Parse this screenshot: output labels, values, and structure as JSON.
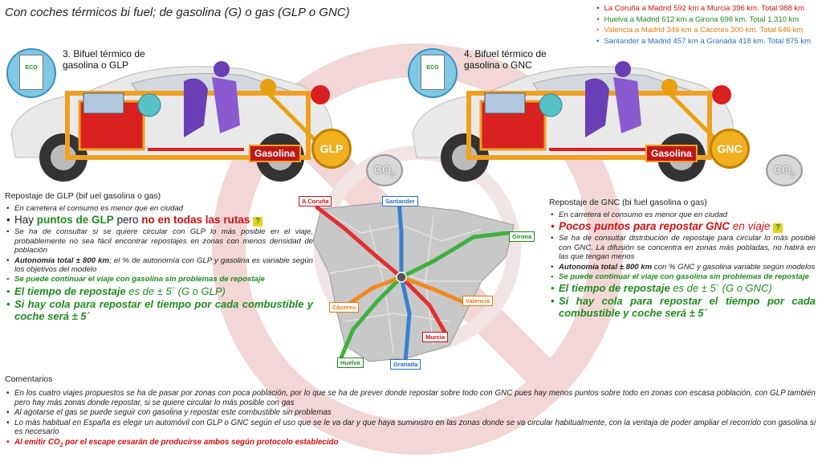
{
  "title": "Con coches térmicos bi fuel; de gasolina (G) o gas (GLP o GNC)",
  "routes": [
    {
      "text": "La Coruña  a Madrid  592 km a Murcia 396 km. Total  988 km",
      "color": "#d01010"
    },
    {
      "text": "Huelva  a Madrid 612 km a Girona 698 km. Total 1.310 km",
      "color": "#1f8b1f"
    },
    {
      "text": "Valencia a Madrid 346 km a Cáceres 300 km. Total 646 km",
      "color": "#e07a10"
    },
    {
      "text": "Santander a Madrid 457 km a Granada 418 km. Total 875 km",
      "color": "#2a6fbf"
    }
  ],
  "left_car": {
    "caption_line1": "3. Bifuel térmico de",
    "caption_line2": "gasolina o GLP",
    "fuel1": "Gasolina",
    "fuel2": "GLP",
    "co2": "CO",
    "co2_sub": "2",
    "badge_text": "ECO"
  },
  "right_car": {
    "caption_line1": "4. Bifuel térmico de",
    "caption_line2": "gasolina o GNC",
    "fuel1": "Gasolina",
    "fuel2": "GNC",
    "co2": "CO",
    "co2_sub": "2",
    "badge_text": "ECO"
  },
  "left_section": {
    "title": "Repostaje de GLP (bif uel gasolina o gas)",
    "b1": "En carretera el consumo es menor que en ciudad",
    "b2_a": "Hay ",
    "b2_b": "puntos de GLP",
    "b2_c": " pero ",
    "b2_d": "no en todas las rutas",
    "b3": "Se ha de consultar si se quiere circular con GLP lo más posible en el viaje, probablemente no sea fácil encontrar repostajes en zonas con menos densidad de población",
    "b4_a": "Autonomía total ± 800 km",
    "b4_b": "; el % de autonomía con GLP y gasolina es variable según los objetivos del modelo",
    "b5": "Se puede continuar el viaje con gasolina sin problemas de repostaje",
    "b6_a": "El tiempo de repostaje",
    "b6_b": " es de ± 5´ (G o GLP)",
    "b7": "Si hay cola para repostar el tiempo por cada combustible y coche será ± 5´"
  },
  "right_section": {
    "title": "Repostaje de GNC (bi fuel gasolina o gas)",
    "b1": "En carretera el consumo es menor que en ciudad",
    "b2_a": "Pocos puntos para repostar GNC",
    "b2_b": " en viaje",
    "b3": "Se ha de consultar distribución de repostaje para circular lo más posible con GNC. La difusión se concentra en zonas más pobladas, no habrá en las que tengan menos",
    "b4_a": "Autonomía total ± 800 km",
    "b4_b": " con % GNC y gasolina variable según modelos",
    "b5": "Se puede continuar el viaje con gasolina sin problemas de repostaje",
    "b6_a": "El tiempo de repostaje",
    "b6_b": " es de ± 5´ (G o GNC)",
    "b7": "Si hay cola para repostar el tiempo por cada combustible y coche será ± 5´"
  },
  "map": {
    "cities": {
      "coruna": "A Coruña",
      "santander": "Santander",
      "girona": "Girona",
      "caceres": "Cáceres",
      "valencia": "Valencia",
      "murcia": "Murcia",
      "huelva": "Huelva",
      "granada": "Granada"
    },
    "colors": {
      "red": "#d01010",
      "green": "#2aa02a",
      "orange": "#e07a10",
      "blue": "#2a6fbf"
    }
  },
  "comments": {
    "title": "Comentarios",
    "c1": "En los cuatro viajes propuestos se ha de pasar por zonas con poca población, por lo que se ha de prever donde repostar sobre todo con GNC pues hay menos puntos sobre todo en zonas con escasa población, con GLP también pero hay más zonas donde repostar, si se quiere circular lo más posible con gas",
    "c2": "Al agotarse el gas se puede seguir con gasolina y repostar este combustible sin problemas",
    "c3": "Lo más habitual en España es elegir un automóvil con GLP o GNC según el uso que se le va dar y que haya suministro en las zonas donde se va circular habitualmente, con la ventaja de poder ampliar el recorrido con gasolina si es necesario",
    "c4_a": "Al emitir CO",
    "c4_sub": "2",
    "c4_b": " por el escape cesarán de producirse ambos según protocolo establecido"
  }
}
